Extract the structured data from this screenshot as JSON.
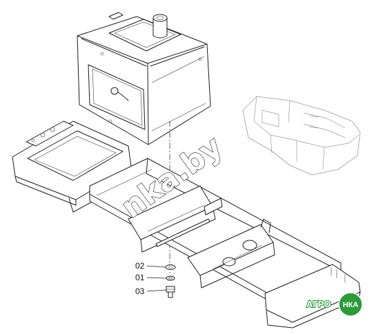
{
  "callouts": [
    {
      "id": "02",
      "part": "washer"
    },
    {
      "id": "01",
      "part": "lock-washer"
    },
    {
      "id": "03",
      "part": "bolt"
    }
  ],
  "watermark": {
    "text": "nka.by"
  },
  "logo": {
    "prefix": "АГРО",
    "mark": "НКА",
    "color": "#2e9a3a"
  },
  "colors": {
    "line": "#1a1a1a",
    "ghost": "#9a9a9a"
  }
}
